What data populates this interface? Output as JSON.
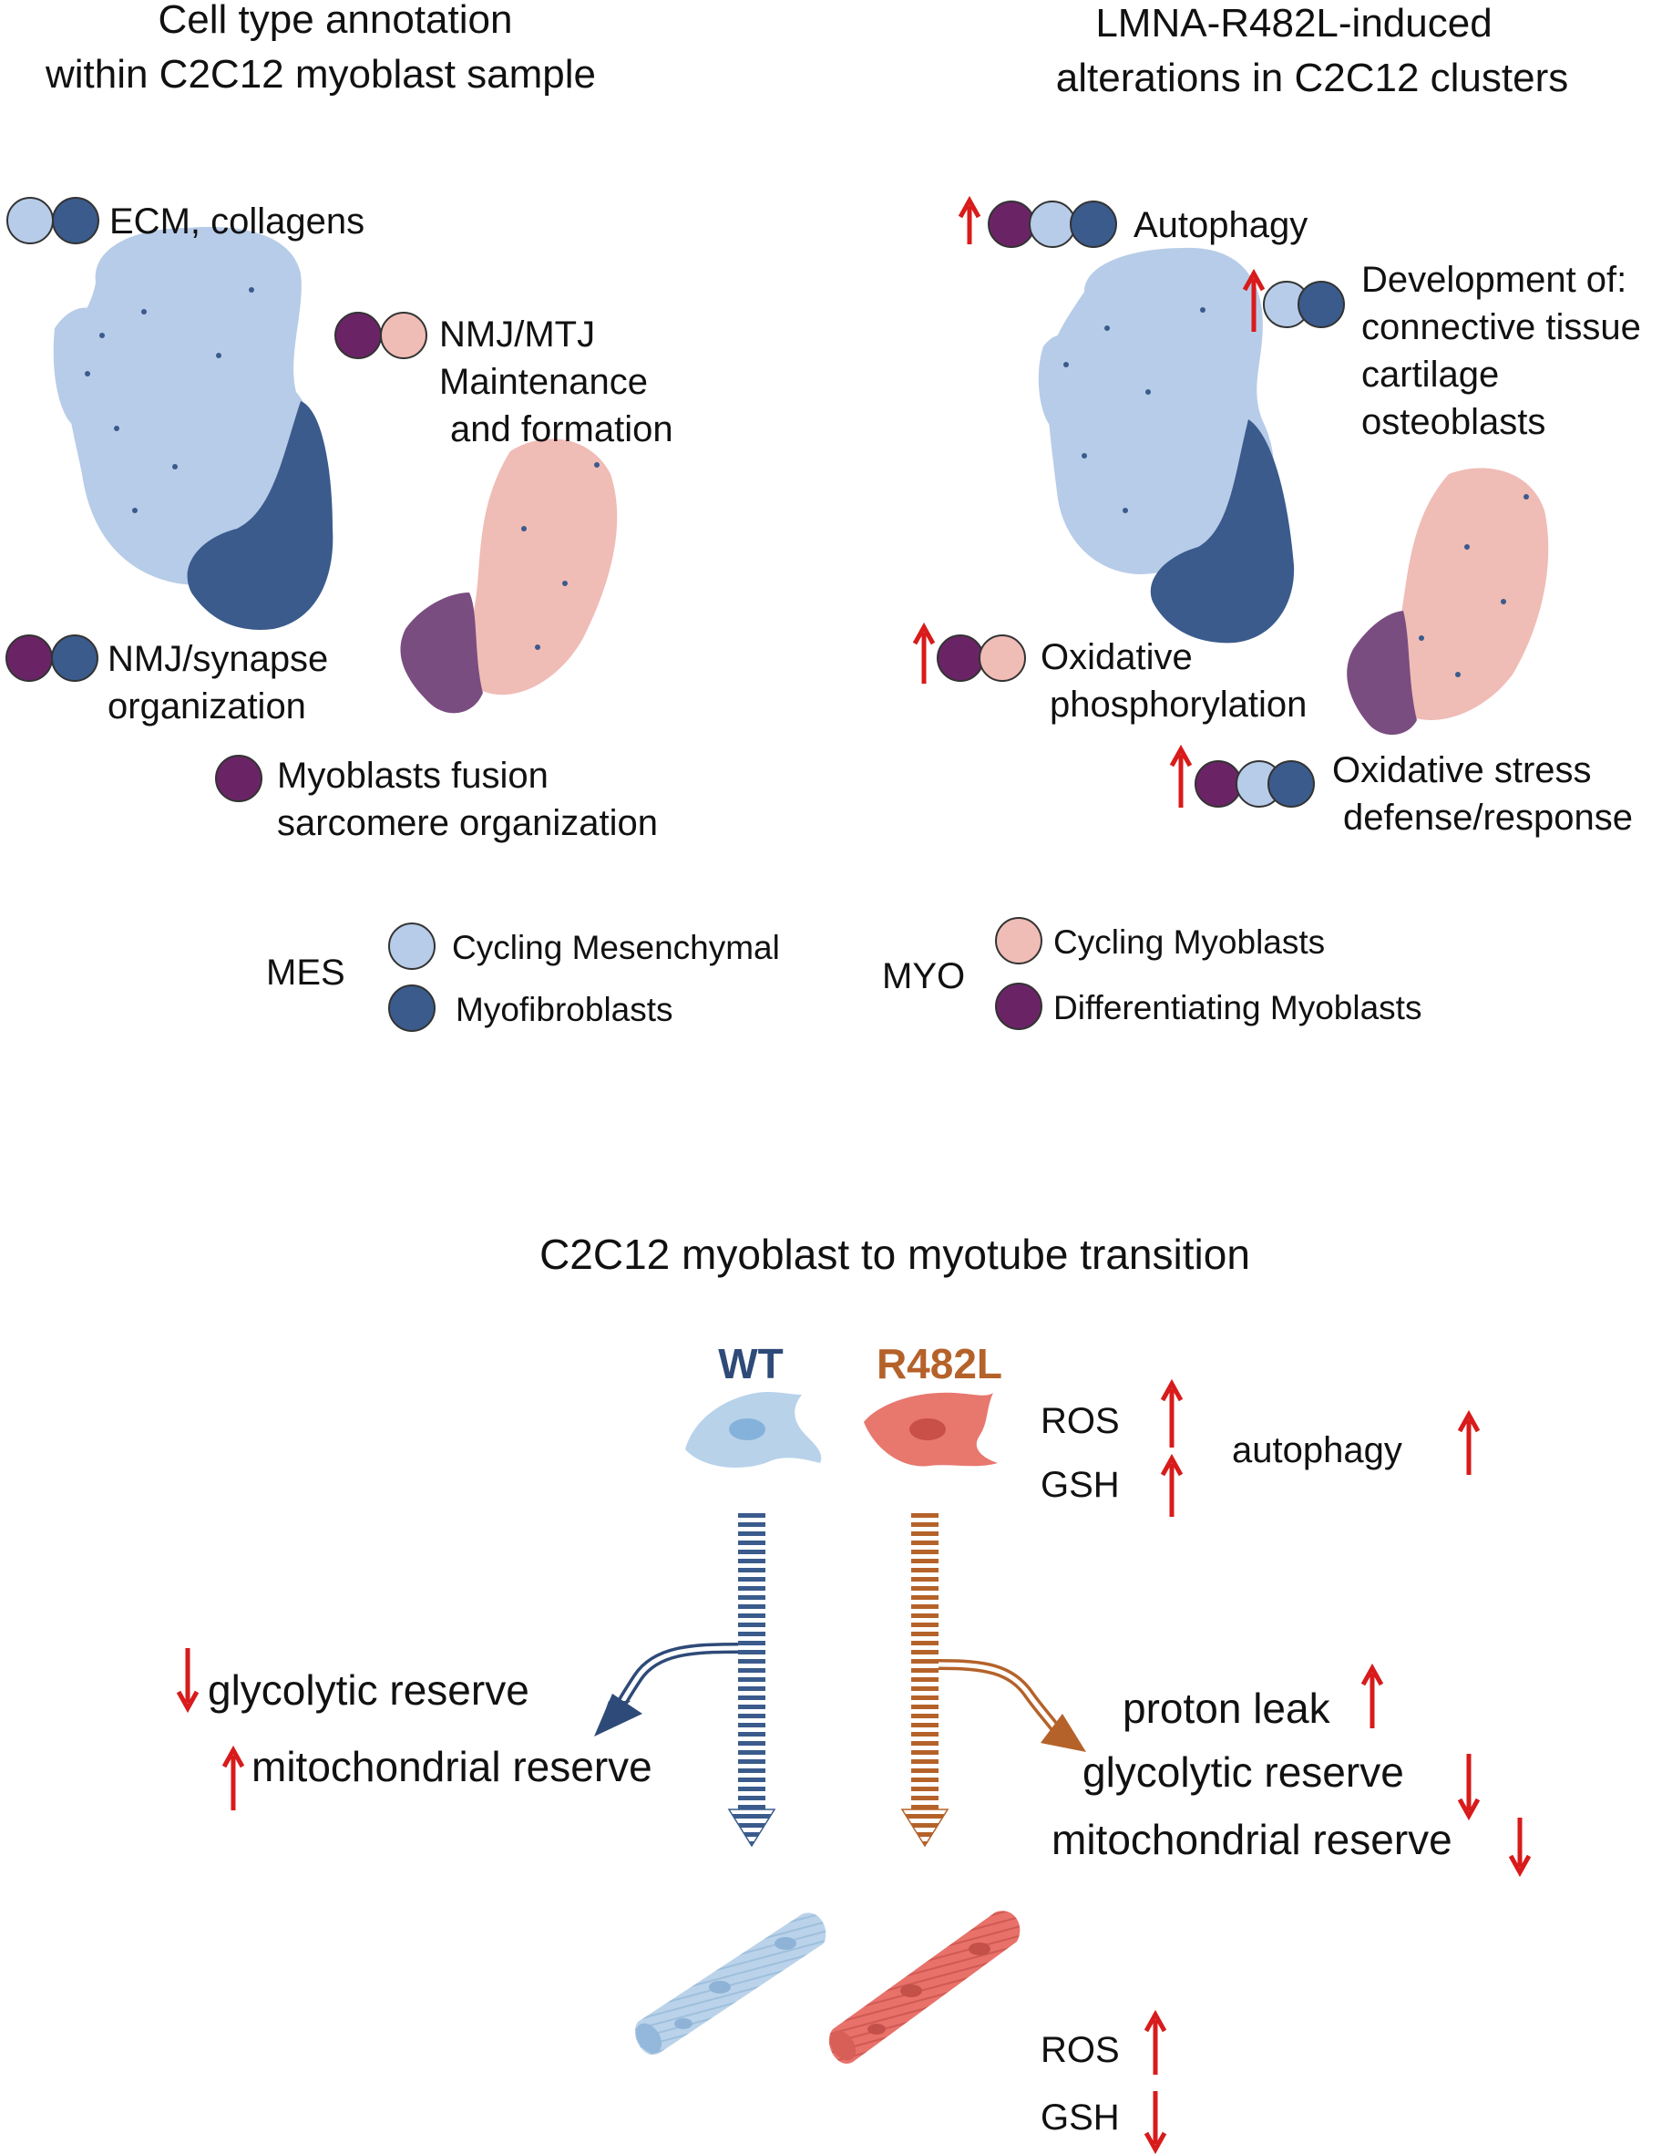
{
  "colors": {
    "cycling_mesenchymal": "#b7cce8",
    "myofibroblasts": "#3a5b8c",
    "cycling_myoblasts": "#f0bcb6",
    "differentiating_myoblasts": "#6a2466",
    "up_arrow": "#d81b1b",
    "wt": "#2e4a78",
    "r482l": "#b5622a"
  },
  "panel_left": {
    "title_line1": "Cell type annotation",
    "title_line2": "within C2C12 myoblast sample",
    "ann_ecm": "ECM, collagens",
    "ann_nmj_l1": "NMJ/MTJ",
    "ann_nmj_l2": "Maintenance",
    "ann_nmj_l3": "and formation",
    "ann_syn_l1": "NMJ/synapse",
    "ann_syn_l2": "organization",
    "ann_fus_l1": "Myoblasts fusion",
    "ann_fus_l2": "sarcomere organization"
  },
  "panel_right": {
    "title_line1": "LMNA-R482L-induced",
    "title_line2": "alterations in C2C12 clusters",
    "ann_auto": "Autophagy",
    "ann_dev_l1": "Development of:",
    "ann_dev_l2": "connective tissue",
    "ann_dev_l3": "cartilage",
    "ann_dev_l4": "osteoblasts",
    "ann_ox_l1": "Oxidative",
    "ann_ox_l2": "phosphorylation",
    "ann_st_l1": "Oxidative stress",
    "ann_st_l2": "defense/response"
  },
  "legend": {
    "mes": "MES",
    "cycling_mes": "Cycling Mesenchymal",
    "myofib": "Myofibroblasts",
    "myo": "MYO",
    "cycling_myo": "Cycling Myoblasts",
    "diff_myo": "Differentiating Myoblasts"
  },
  "bottom": {
    "title": "C2C12 myoblast to myotube transition",
    "wt": "WT",
    "r482l": "R482L",
    "ros": "ROS",
    "gsh": "GSH",
    "autophagy": "autophagy",
    "wt_glyco": "glycolytic reserve",
    "wt_mito": "mitochondrial reserve",
    "mut_proton": "proton leak",
    "mut_glyco": "glycolytic reserve",
    "mut_mito": "mitochondrial reserve",
    "ros2": "ROS",
    "gsh2": "GSH"
  }
}
